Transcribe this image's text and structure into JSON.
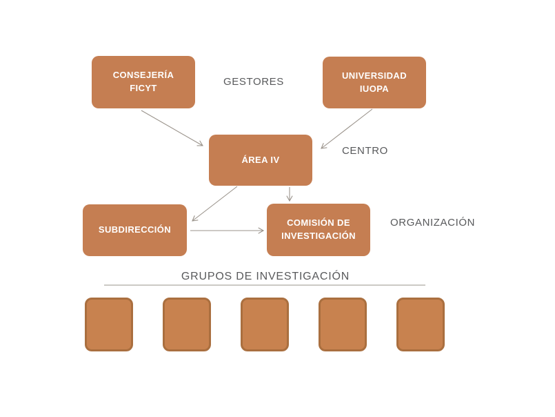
{
  "colors": {
    "node_fill": "#C57E52",
    "node_text": "#FFFFFF",
    "group_box_fill": "#C8824F",
    "group_box_border": "#AA6F3F",
    "connector": "#9A938B",
    "label_text": "#58595B",
    "background": "#FFFFFF"
  },
  "diagram": {
    "nodes": [
      {
        "id": "consejeria",
        "label": "CONSEJERÍA\nFICYT"
      },
      {
        "id": "universidad",
        "label": "UNIVERSIDAD\nIUOPA"
      },
      {
        "id": "area",
        "label": "ÁREA IV"
      },
      {
        "id": "subdireccion",
        "label": "SUBDIRECCIÓN"
      },
      {
        "id": "comision",
        "label": "COMISIÓN DE\nINVESTIGACIÓN"
      }
    ],
    "tier_labels": [
      {
        "id": "gestores",
        "label": "GESTORES"
      },
      {
        "id": "centro",
        "label": "CENTRO"
      },
      {
        "id": "organizacion",
        "label": "ORGANIZACIÓN"
      }
    ],
    "section_heading": "GRUPOS DE INVESTIGACIÓN",
    "group_boxes_count": 5,
    "connections": [
      "CONSEJERÍA FICYT → ÁREA IV",
      "UNIVERSIDAD IUOPA → ÁREA IV",
      "ÁREA IV → COMISIÓN DE INVESTIGACIÓN",
      "ÁREA IV → SUBDIRECCIÓN",
      "SUBDIRECCIÓN → COMISIÓN DE INVESTIGACIÓN"
    ]
  }
}
